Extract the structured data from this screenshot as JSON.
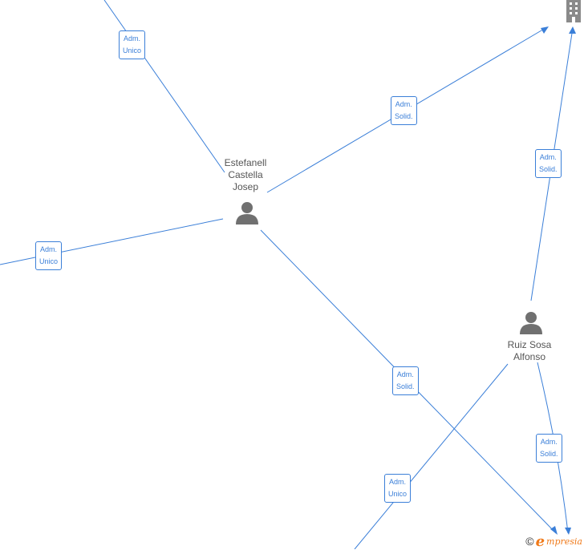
{
  "nodes": {
    "estefanell": {
      "name_lines": [
        "Estefanell",
        "Castella",
        "Josep"
      ]
    },
    "ruiz": {
      "name_lines": [
        "Ruiz Sosa",
        "Alfonso"
      ]
    }
  },
  "edges": [
    {
      "id": "e1",
      "lines": [
        "Adm.",
        "Unico"
      ]
    },
    {
      "id": "e2",
      "lines": [
        "Adm.",
        "Solid."
      ]
    },
    {
      "id": "e3",
      "lines": [
        "Adm.",
        "Unico"
      ]
    },
    {
      "id": "e4",
      "lines": [
        "Adm.",
        "Solid."
      ]
    },
    {
      "id": "e5",
      "lines": [
        "Adm.",
        "Solid."
      ]
    },
    {
      "id": "e6",
      "lines": [
        "Adm.",
        "Unico"
      ]
    },
    {
      "id": "e7",
      "lines": [
        "Adm.",
        "Solid."
      ]
    }
  ],
  "footer": {
    "copyright_symbol": "©",
    "brand_initial": "e",
    "brand_rest": "mpresia"
  },
  "colors": {
    "edge": "#3b7fd8",
    "person_icon": "#707070",
    "brand": "#f07a1a"
  }
}
